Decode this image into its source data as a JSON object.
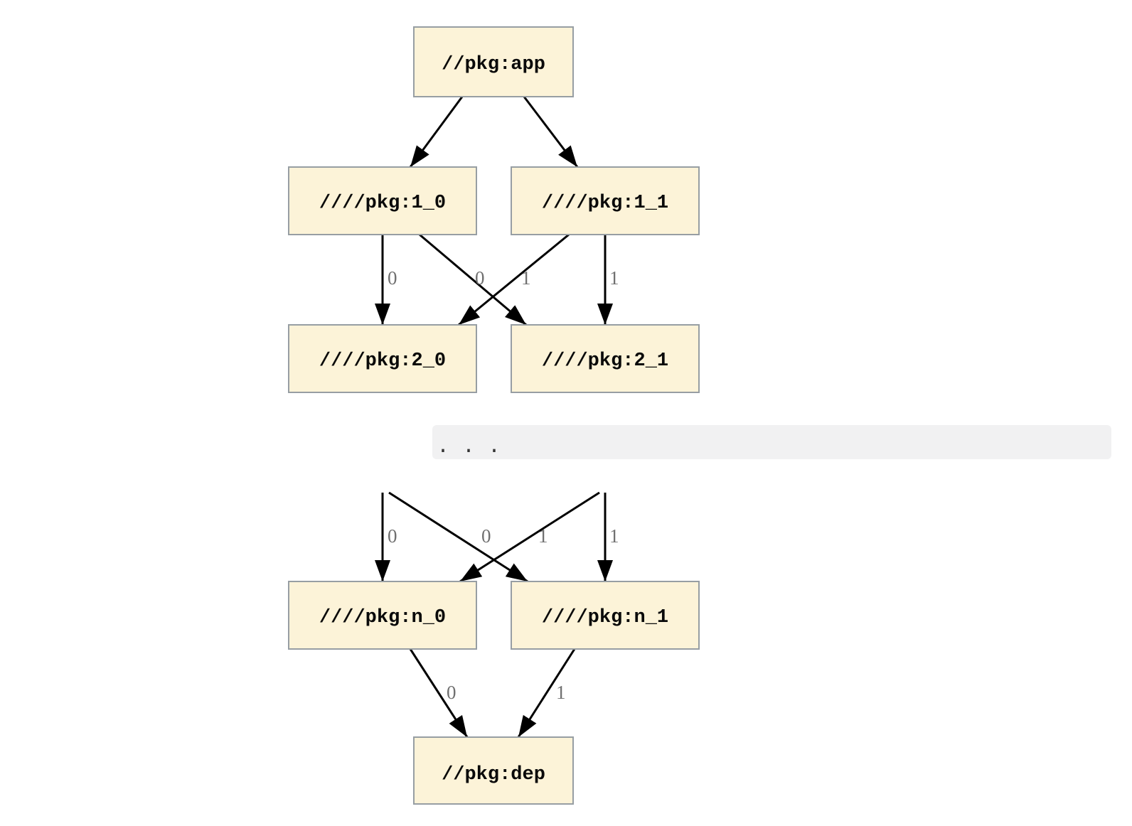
{
  "diagram": {
    "colors": {
      "background": "#ffffff",
      "node_fill": "#fcf3d8",
      "node_border": "#979ea3",
      "node_text": "#0a0a0a",
      "edge": "#000000",
      "edge_label": "#707070",
      "code_block_bg": "#f1f1f2",
      "code_block_text": "#333333"
    },
    "nodes": {
      "app": {
        "label": "//pkg:app"
      },
      "l1_0": {
        "label": "////pkg:1_0"
      },
      "l1_1": {
        "label": "////pkg:1_1"
      },
      "l2_0": {
        "label": "////pkg:2_0"
      },
      "l2_1": {
        "label": "////pkg:2_1"
      },
      "ln_0": {
        "label": "////pkg:n_0"
      },
      "ln_1": {
        "label": "////pkg:n_1"
      },
      "dep": {
        "label": "//pkg:dep"
      }
    },
    "edges": [
      {
        "from": "//pkg:app",
        "to": "////pkg:1_0",
        "label": ""
      },
      {
        "from": "//pkg:app",
        "to": "////pkg:1_1",
        "label": ""
      },
      {
        "from": "////pkg:1_0",
        "to": "////pkg:2_0",
        "label": "0"
      },
      {
        "from": "////pkg:1_0",
        "to": "////pkg:2_1",
        "label": "0"
      },
      {
        "from": "////pkg:1_1",
        "to": "////pkg:2_0",
        "label": "1"
      },
      {
        "from": "////pkg:1_1",
        "to": "////pkg:2_1",
        "label": "1"
      },
      {
        "from": "",
        "to": "////pkg:n_0",
        "label": "0"
      },
      {
        "from": "",
        "to": "////pkg:n_1",
        "label": "0"
      },
      {
        "from": "",
        "to": "////pkg:n_0",
        "label": "1"
      },
      {
        "from": "",
        "to": "////pkg:n_1",
        "label": "1"
      },
      {
        "from": "////pkg:n_0",
        "to": "//pkg:dep",
        "label": "0"
      },
      {
        "from": "////pkg:n_1",
        "to": "//pkg:dep",
        "label": "1"
      }
    ],
    "ellipsis_text": ". . ."
  }
}
